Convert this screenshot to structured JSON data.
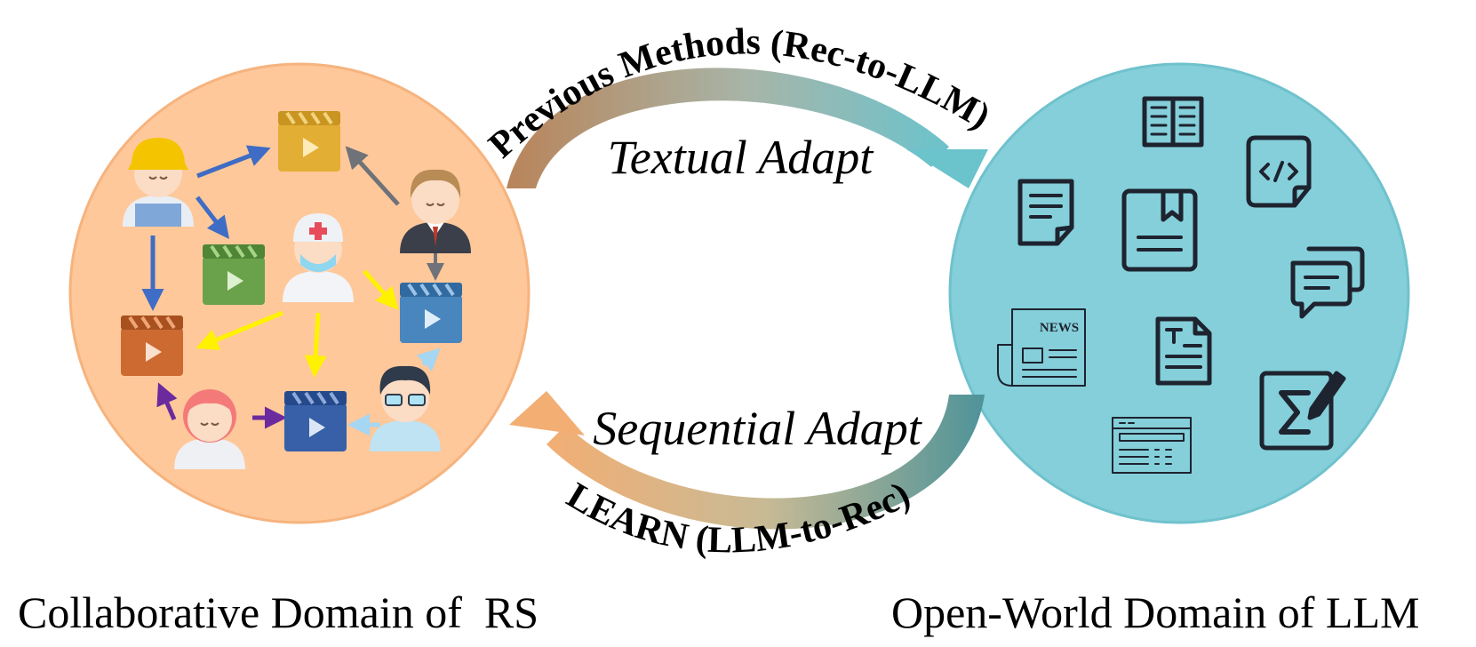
{
  "arcs": {
    "top_label": "Previous Methods (Rec-to-LLM)",
    "top_inner": "Textual Adapt",
    "bottom_label": "LEARN (LLM-to-Rec)",
    "bottom_inner": "Sequential Adapt"
  },
  "captions": {
    "left": "Collaborative Domain of  RS",
    "right": "Open-World Domain of LLM"
  },
  "icons": {
    "news_label": "NEWS"
  },
  "colors": {
    "rs_domain": "#FEC89A",
    "llm_domain": "#84CFD9",
    "arc_brown": "#B9845A",
    "arc_teal": "#6BC3CC",
    "arc_orange": "#F2AE73",
    "arc_dark_teal": "#4E9399",
    "edge_blue": "#3F6CC4",
    "edge_yellow": "#FFF200",
    "edge_gray": "#6F7278",
    "edge_purple": "#6B2A9E",
    "edge_lightblue": "#A5D6F2"
  }
}
